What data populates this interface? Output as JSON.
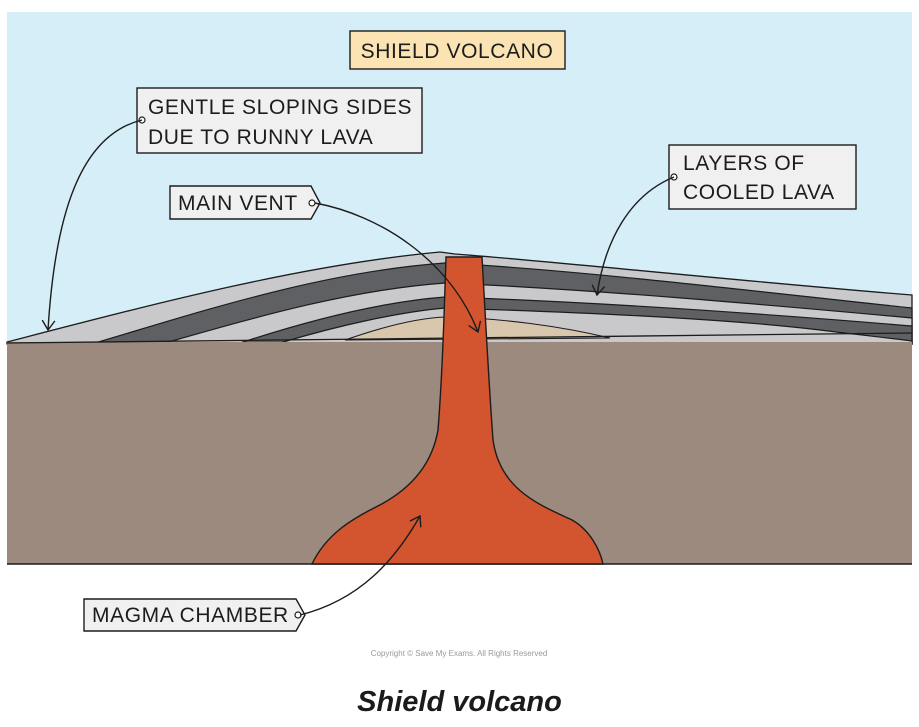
{
  "diagram": {
    "title": "SHIELD VOLCANO",
    "labels": {
      "gentle_slopes_line1": "GENTLE SLOPING SIDES",
      "gentle_slopes_line2": "DUE TO RUNNY LAVA",
      "layers_line1": "LAYERS OF",
      "layers_line2": "COOLED LAVA",
      "main_vent": "MAIN VENT",
      "magma_chamber": "MAGMA CHAMBER"
    },
    "copyright": "Copyright © Save My Exams. All Rights Reserved",
    "colors": {
      "sky": "#d6eef8",
      "ground": "#9b8a7d",
      "magma": "#d2552f",
      "lava_light": "#c9c9cb",
      "lava_dark": "#5f6063",
      "sand": "#d9c7ad",
      "title_box": "#fbe3b3",
      "label_box": "#f0f0f0"
    }
  },
  "caption": "Shield volcano"
}
